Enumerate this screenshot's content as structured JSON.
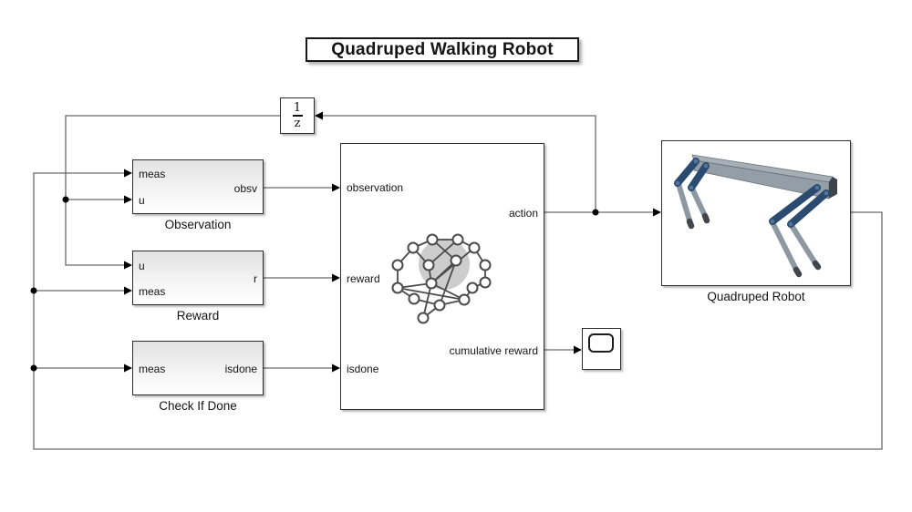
{
  "title": "Quadruped Walking Robot",
  "blocks": {
    "unit_delay": {
      "num": "1",
      "den": "z"
    },
    "observation": {
      "label": "Observation",
      "in_meas": "meas",
      "in_u": "u",
      "out": "obsv"
    },
    "reward": {
      "label": "Reward",
      "in_u": "u",
      "in_meas": "meas",
      "out": "r"
    },
    "check_if_done": {
      "label": "Check If Done",
      "in_meas": "meas",
      "out": "isdone"
    },
    "rl_agent": {
      "in_observation": "observation",
      "in_reward": "reward",
      "in_isdone": "isdone",
      "out_action": "action",
      "out_cumulative": "cumulative reward"
    },
    "quadruped_robot": {
      "label": "Quadruped Robot"
    }
  },
  "colors": {
    "wire": "#6a6a6a",
    "border": "#2e2e2e",
    "leg_upper": "#2b4a6f",
    "leg_lower": "#8d98a3",
    "body_top": "#a7afb6",
    "body_front": "#949ea6",
    "body_cap": "#3d434a"
  }
}
